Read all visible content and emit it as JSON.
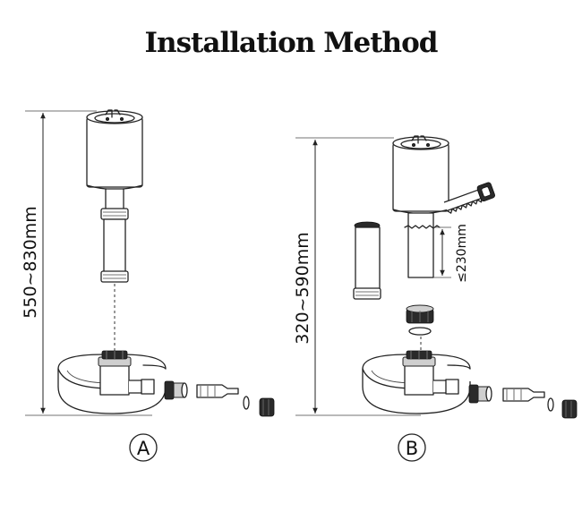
{
  "title": "Installation Method",
  "figure_a": {
    "label": "A",
    "height_range": "550~830mm"
  },
  "figure_b": {
    "label": "B",
    "height_range": "320~590mm",
    "cut_length": "≤230mm"
  }
}
